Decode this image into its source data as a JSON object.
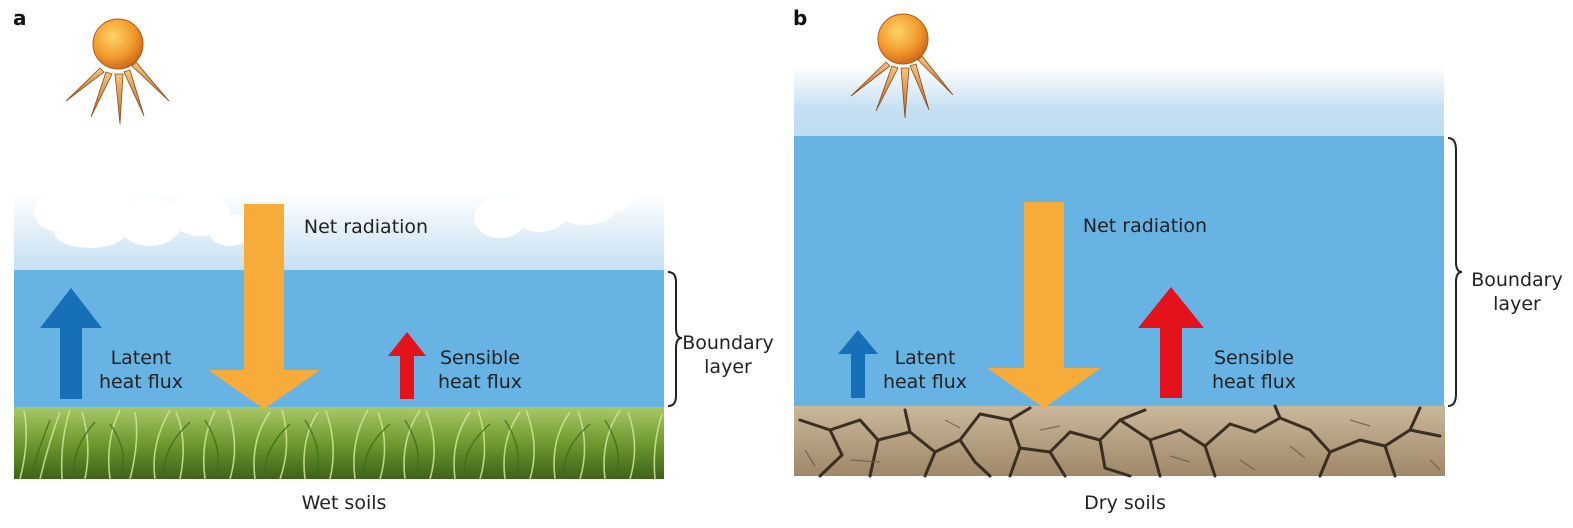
{
  "panels": [
    {
      "letter": "a",
      "net_radiation": "Net radiation",
      "latent_line1": "Latent",
      "latent_line2": "heat flux",
      "sensible_line1": "Sensible",
      "sensible_line2": "heat flux",
      "boundary_line1": "Boundary",
      "boundary_line2": "layer",
      "caption": "Wet soils"
    },
    {
      "letter": "b",
      "net_radiation": "Net radiation",
      "latent_line1": "Latent",
      "latent_line2": "heat flux",
      "sensible_line1": "Sensible",
      "sensible_line2": "heat flux",
      "boundary_line1": "Boundary",
      "boundary_line2": "layer",
      "caption": "Dry soils"
    }
  ],
  "colors": {
    "boundary_layer": "#67b3e4",
    "sky_light": "#c6e0f2",
    "net_radiation_arrow": "#f7ac3a",
    "latent_arrow": "#176fb7",
    "sensible_arrow": "#e3121b",
    "sun": "#f29a2c",
    "grass": "#6f9a2e",
    "dry_soil": "#b59f82"
  },
  "icons": [
    "sun-icon",
    "cloud-icon",
    "grass-texture",
    "cracked-soil-texture"
  ]
}
